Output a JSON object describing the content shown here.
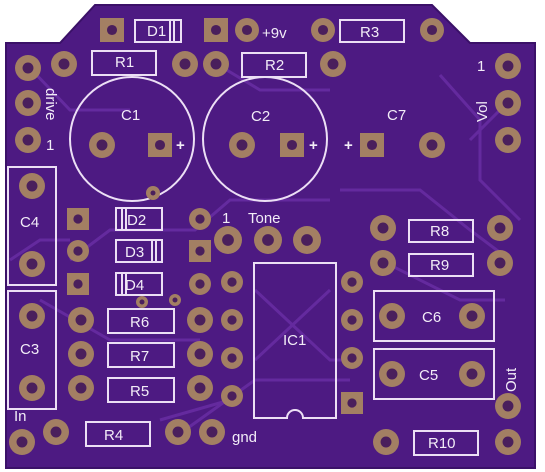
{
  "board": {
    "title": "",
    "colors": {
      "board": "#4d1a82",
      "board_edge": "#3b1168",
      "trace": "#6a2fa6",
      "silkscreen": "#ecdff5",
      "pad_copper": "#a37f63",
      "pad_hole": "#4a1f5c"
    }
  },
  "labels": {
    "d1": "D1",
    "plus9v": "+9v",
    "r3": "R3",
    "r1": "R1",
    "r2": "R2",
    "one_right": "1",
    "drive": "drive",
    "one_left": "1",
    "c1": "C1",
    "c1_plus": "+",
    "c2": "C2",
    "c2_plus": "+",
    "c7": "C7",
    "c7_plus": "+",
    "vol": "Vol",
    "c4": "C4",
    "d2": "D2",
    "one_tone": "1",
    "tone": "Tone",
    "r8": "R8",
    "d3": "D3",
    "r9": "R9",
    "d4": "D4",
    "r6": "R6",
    "c6": "C6",
    "c3": "C3",
    "ic1": "IC1",
    "r7": "R7",
    "c5": "C5",
    "out": "Out",
    "r5": "R5",
    "in": "In",
    "r4": "R4",
    "gnd": "gnd",
    "r10": "R10"
  }
}
